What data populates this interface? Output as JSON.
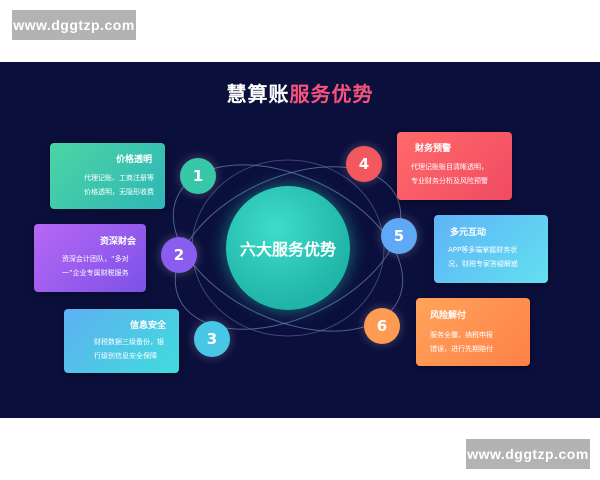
{
  "watermark": {
    "top": "www.dggtzp.com",
    "bottom": "www.dggtzp.com"
  },
  "title": {
    "part1": "慧算账",
    "part2": "服务优势"
  },
  "center_label": "六大服务优势",
  "colors": {
    "background": "#0b0f3b",
    "center": "#1fb5a8",
    "accent_title": "#f8537a"
  },
  "items": [
    {
      "num": "1",
      "title": "价格透明",
      "lines": [
        "代理记账、工商注册等",
        "价格透明，无隐形收费"
      ]
    },
    {
      "num": "2",
      "title": "资深财会",
      "lines": [
        "资深会计团队，“多对",
        "一”企业专属财税服务"
      ]
    },
    {
      "num": "3",
      "title": "信息安全",
      "lines": [
        "财税数据三级备份，银",
        "行级别信息安全保障"
      ]
    },
    {
      "num": "4",
      "title": "财务预警",
      "lines": [
        "代理记账账目清晰透明，",
        "专业财务分析及风险预警"
      ]
    },
    {
      "num": "5",
      "title": "多元互动",
      "lines": [
        "APP等多端掌握财务状",
        "况，财税专家答疑解惑"
      ]
    },
    {
      "num": "6",
      "title": "风险解付",
      "lines": [
        "服务全覆、纳税申报",
        "错误，进行先期赔付"
      ]
    }
  ]
}
